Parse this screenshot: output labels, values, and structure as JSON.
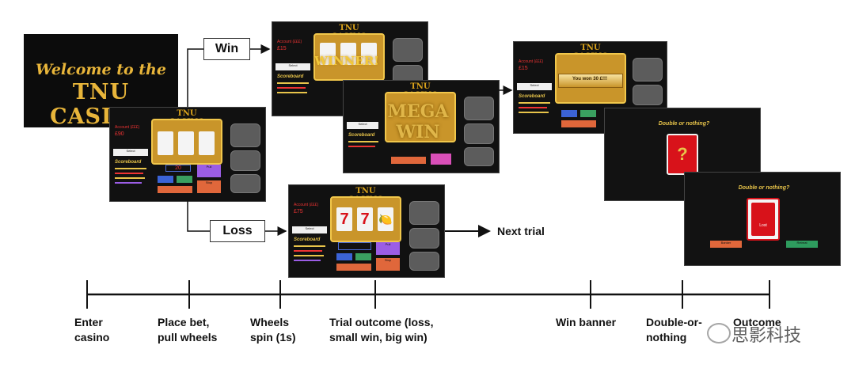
{
  "welcome": {
    "line1": "Welcome to the",
    "line2": "TNU CASINO"
  },
  "sign": "TNU CASINO",
  "slot_main": {
    "account_label": "Account (£££)",
    "account_value": "£90",
    "bet_value": "20",
    "select_label": "Select",
    "scoreboard": "Scoreboard",
    "pull": "Pull",
    "stop": "Stop"
  },
  "slot_win": {
    "account_label": "Account (£££)",
    "account_value": "£15",
    "select_label": "Select",
    "scoreboard": "Scoreboard",
    "banner": "WINNER!"
  },
  "slot_mega": {
    "select_label": "Select",
    "scoreboard": "Scoreboard",
    "line1": "MEGA",
    "line2": "WIN"
  },
  "slot_loss": {
    "account_label": "Account (£££)",
    "account_value": "£75",
    "select_label": "Select",
    "scoreboard": "Scoreboard",
    "pull": "Pull",
    "stop": "Stop",
    "reel1": "7",
    "reel2": "7",
    "reel3": "🍋"
  },
  "slot_banner": {
    "account_label": "Account (£££)",
    "account_value": "£15",
    "select_label": "Select",
    "scoreboard": "Scoreboard",
    "banner_text": "You won 30 £!!!"
  },
  "double1": {
    "title": "Double or nothing?",
    "card": "?"
  },
  "double2": {
    "title": "Double or nothing?",
    "card_label": "Lost",
    "left_button": "Banker",
    "right_button": "Retreat"
  },
  "branches": {
    "win": "Win",
    "loss": "Loss",
    "next": "Next trial"
  },
  "timeline": {
    "labels": [
      [
        "Enter",
        "casino"
      ],
      [
        "Place bet,",
        "pull wheels"
      ],
      [
        "Wheels",
        "spin (1s)"
      ],
      [
        "Trial outcome (loss,",
        "small win, big win)"
      ],
      [
        "Win banner"
      ],
      [
        "Double-or-",
        "nothing"
      ],
      [
        "Outcome"
      ]
    ]
  },
  "watermark": "思影科技",
  "colors": {
    "gold": "#e8b53a",
    "red": "#d8121a",
    "pull": "#9b5de5",
    "stop": "#e0673b",
    "green": "#2e9c5e"
  }
}
